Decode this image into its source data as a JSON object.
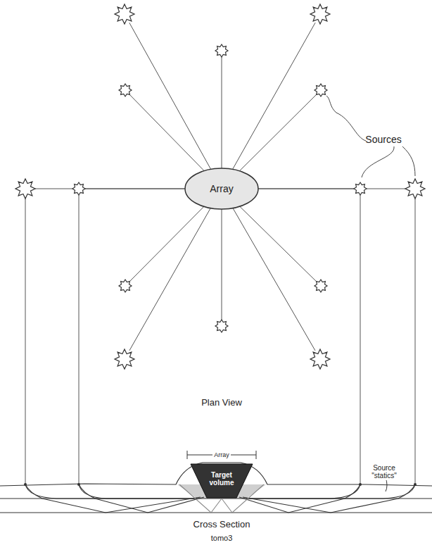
{
  "diagram": {
    "caption": "tomo3",
    "nodes": [
      {
        "text": [
          "Array"
        ]
      },
      {
        "text": [
          "Target volume"
        ]
      }
    ],
    "labels": [
      "Sources",
      "Plan View",
      "Array",
      "Source \"statics\"",
      "Cross Section"
    ]
  }
}
